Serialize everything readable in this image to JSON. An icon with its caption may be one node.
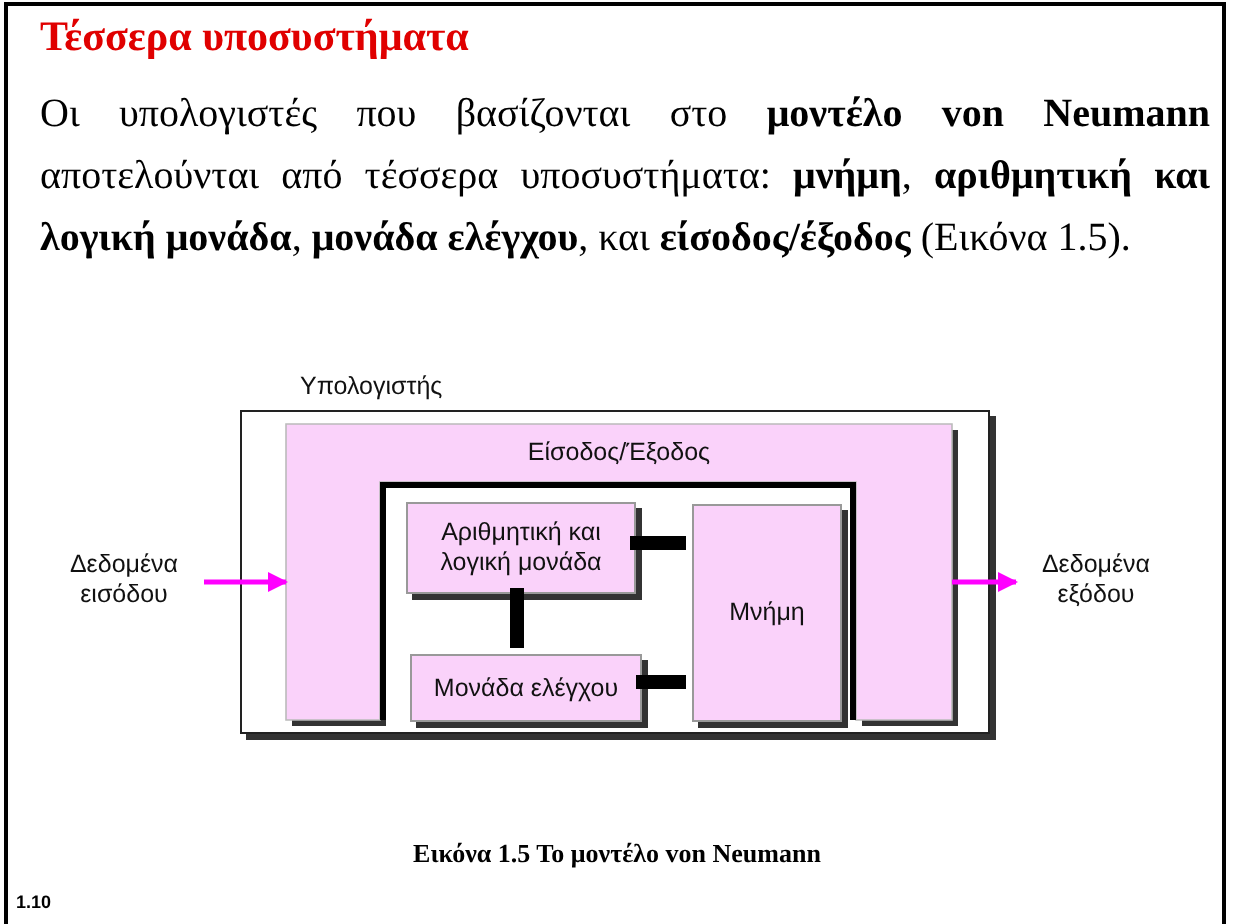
{
  "diagram": {
    "title": "Τέσσερα υποσυστήματα",
    "caption": "**Εικόνα 1.5** Το μοντέλο von Neumann",
    "nodes": [
      {
        "text": [
          "Υπολογιστής"
        ]
      },
      {
        "text": [
          "Είσοδος/Έξοδος"
        ],
        "in": 0
      },
      {
        "text": [],
        "shape": "box",
        "in": 0
      },
      {
        "text": [
          "Αριθμητική και λογική μονάδα"
        ],
        "in": 2
      },
      {
        "text": [
          "Μονάδα ελέγχου"
        ],
        "in": 2
      },
      {
        "text": [
          "Μνήμη"
        ],
        "in": 2
      },
      {
        "text": [
          "Δεδομένα εισόδου"
        ]
      },
      {
        "text": [
          "Δεδομένα εξόδου"
        ]
      }
    ],
    "edges": [
      {
        "from": 6,
        "to": 1,
        "arrow": "to",
        "color": "#ff00ff"
      },
      {
        "from": 1,
        "to": 7,
        "arrow": "to",
        "color": "#ff00ff"
      },
      {
        "from": 3,
        "to": 5,
        "arrow": "none"
      },
      {
        "from": 3,
        "to": 4,
        "arrow": "none"
      },
      {
        "from": 4,
        "to": 5,
        "arrow": "none"
      }
    ],
    "labels": [
      "Οι υπολογιστές που βασίζονται στο **μοντέλο von Neumann** αποτελούνται από τέσσερα υποσυστήματα: **μνήμη**, **αριθμητική και λογική μονάδα**, **μονάδα ελέγχου**, και **είσοδος/έξοδος** (Εικόνα 1.5).",
      "1.10"
    ]
  }
}
